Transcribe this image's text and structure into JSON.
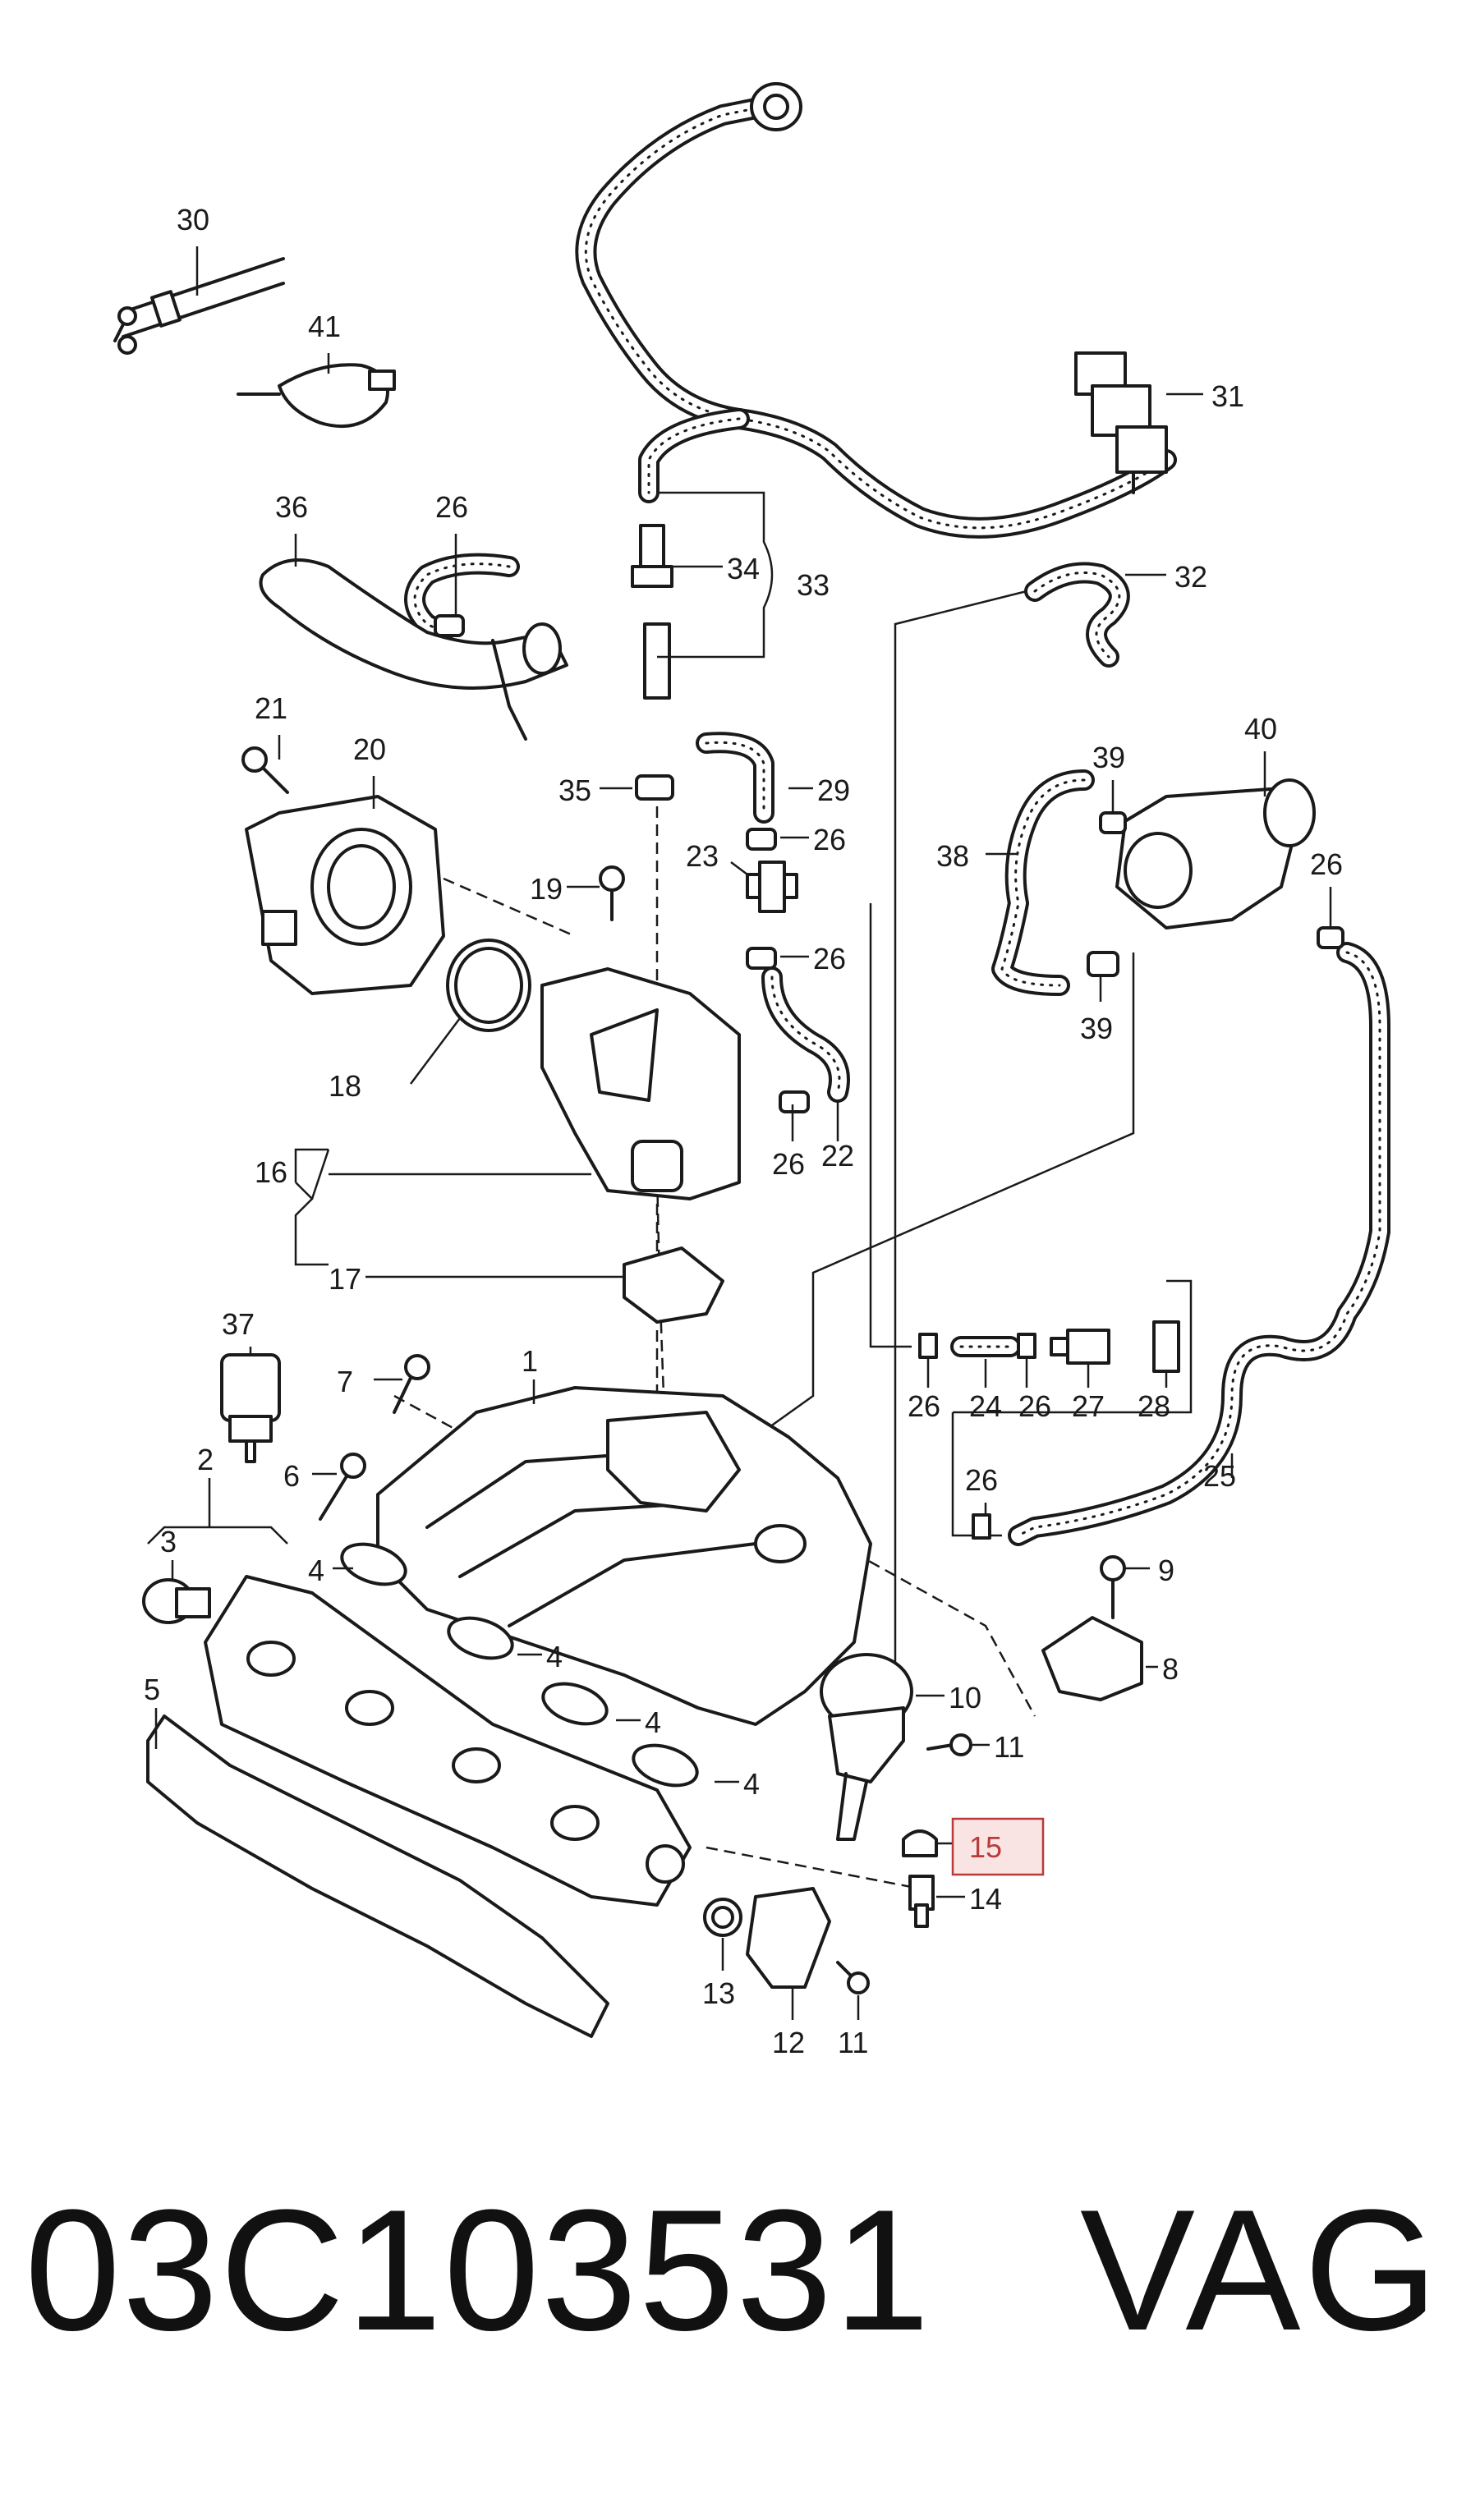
{
  "callouts": {
    "c30": "30",
    "c41": "41",
    "c36": "36",
    "c26a": "26",
    "c34": "34",
    "c33": "33",
    "c31": "31",
    "c32": "32",
    "c21": "21",
    "c20": "20",
    "c35": "35",
    "c29": "29",
    "c26b": "26",
    "c23": "23",
    "c26c": "26",
    "c39a": "39",
    "c40": "40",
    "c38": "38",
    "c26d": "26",
    "c39b": "39",
    "c19": "19",
    "c18": "18",
    "c16": "16",
    "c26e": "26",
    "c22": "22",
    "c17": "17",
    "c37": "37",
    "c26f": "26",
    "c24": "24",
    "c26g": "26",
    "c27": "27",
    "c28": "28",
    "c1": "1",
    "c7": "7",
    "c6": "6",
    "c2": "2",
    "c3": "3",
    "c4a": "4",
    "c25": "25",
    "c26h": "26",
    "c9": "9",
    "c4b": "4",
    "c4c": "4",
    "c4d": "4",
    "c5": "5",
    "c8": "8",
    "c10": "10",
    "c11a": "11",
    "c15": "15",
    "c14": "14",
    "c13": "13",
    "c12": "12",
    "c11b": "11"
  },
  "highlight": {
    "callout": "15",
    "color": "#b83a3a",
    "fill": "#f9e3e3"
  },
  "footer": {
    "part_number": "03C103531",
    "brand": "VAG"
  }
}
